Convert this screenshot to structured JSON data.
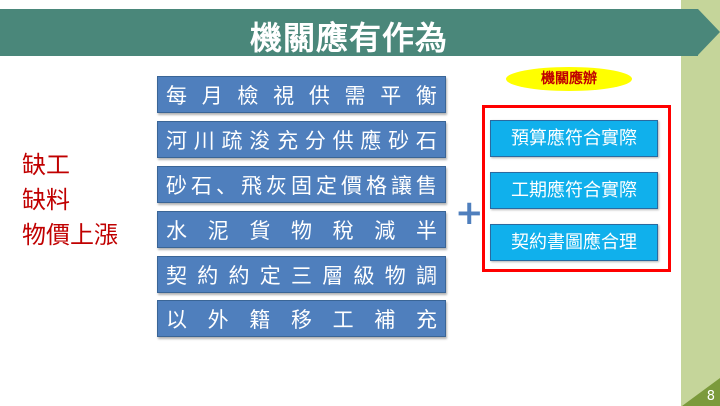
{
  "title": "機關應有作為",
  "left_items": [
    "缺工",
    "缺料",
    "物價上漲"
  ],
  "measures": [
    "每月檢視供需平衡",
    "河川疏浚充分供應砂石",
    "砂石、飛灰固定價格讓售",
    "水泥貨物稅減半",
    "契約約定三層級物調",
    "以外籍移工補充"
  ],
  "plus_symbol": "+",
  "agency_label": "機關應辦",
  "agency_items": [
    "預算應符合實際",
    "工期應符合實際",
    "契約書圖應合理"
  ],
  "page_number": "8",
  "colors": {
    "title_bar": "#4a877a",
    "measure_box": "#4f7fbd",
    "agency_box": "#10b0ec",
    "highlight": "#ff0000",
    "left_text": "#c00000"
  }
}
